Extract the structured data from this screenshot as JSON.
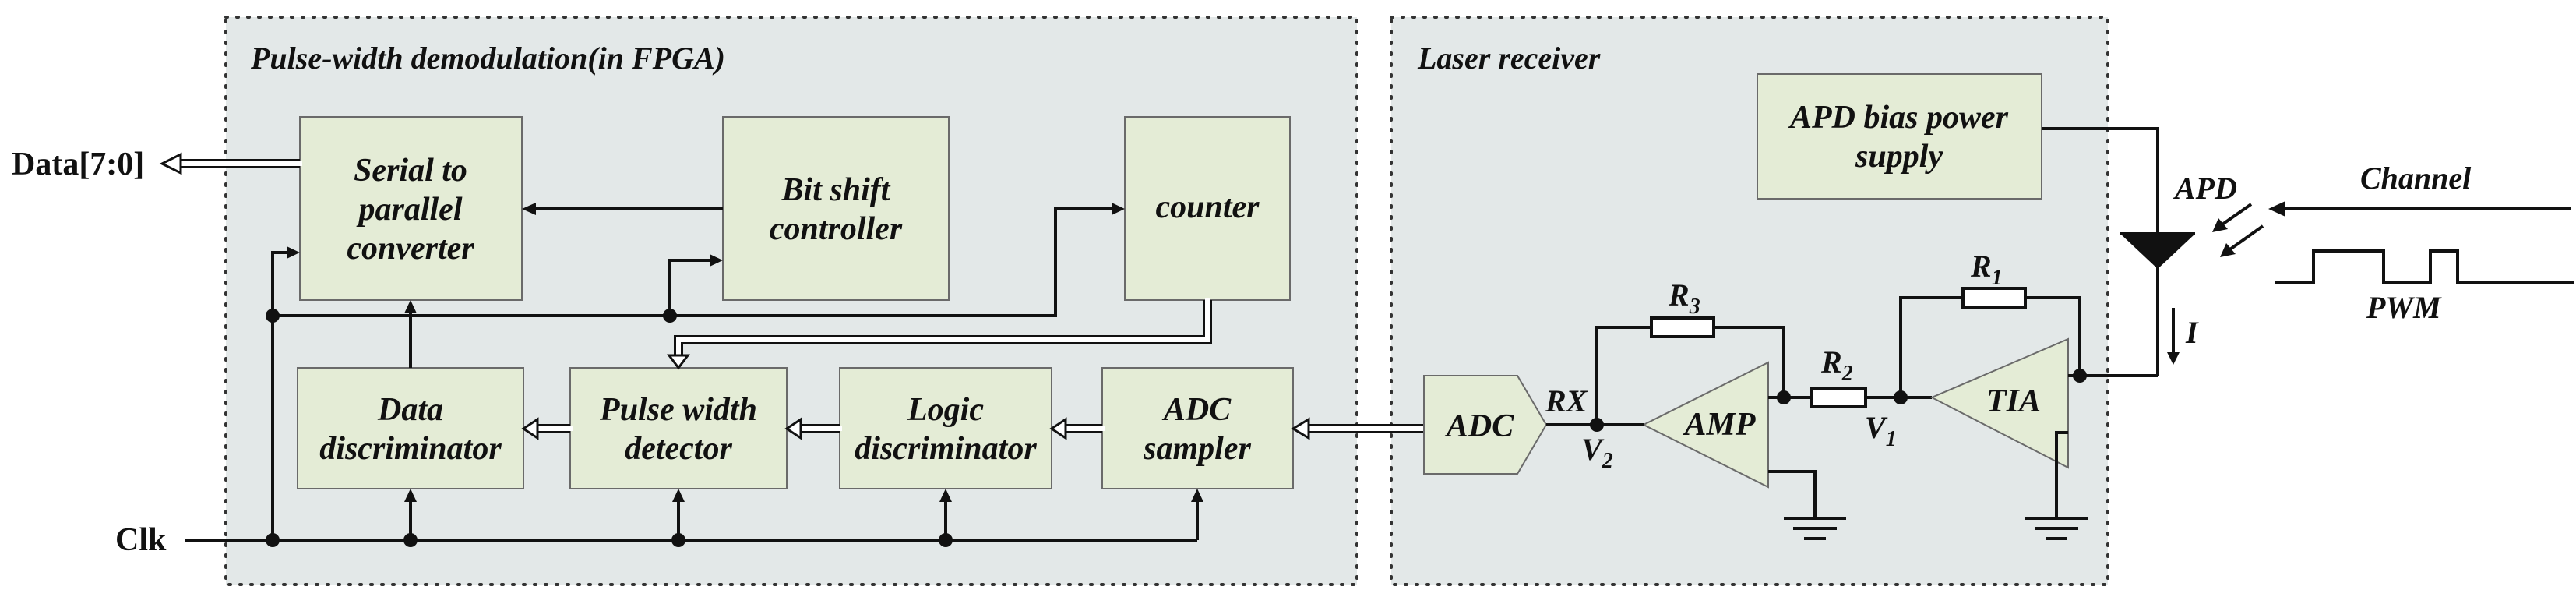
{
  "panels": {
    "fpga_title": "Pulse-width demodulation(in FPGA)",
    "receiver_title": "Laser receiver"
  },
  "blocks": {
    "serial_to_parallel": [
      "Serial to",
      "parallel",
      "converter"
    ],
    "bit_shift_controller": [
      "Bit shift",
      "controller"
    ],
    "counter": [
      "counter"
    ],
    "data_discriminator": [
      "Data",
      "discriminator"
    ],
    "pulse_width_detector": [
      "Pulse width",
      "detector"
    ],
    "logic_discriminator": [
      "Logic",
      "discriminator"
    ],
    "adc_sampler": [
      "ADC",
      "sampler"
    ],
    "apd_bias_power_supply": [
      "APD bias power",
      "supply"
    ]
  },
  "ports": {
    "data_out": "Data[7:0]",
    "clk": "Clk"
  },
  "circuit": {
    "adc": "ADC",
    "rx": "RX",
    "amp": "AMP",
    "tia": "TIA",
    "v2": {
      "base": "V",
      "sub": "2"
    },
    "v1": {
      "base": "V",
      "sub": "1"
    },
    "r3": {
      "base": "R",
      "sub": "3"
    },
    "r2": {
      "base": "R",
      "sub": "2"
    },
    "r1": {
      "base": "R",
      "sub": "1"
    },
    "apd": "APD",
    "current": "I",
    "channel": "Channel",
    "pwm": "PWM"
  },
  "colors": {
    "panel_fill": "#e3e8e8",
    "block_fill": "#e4ecd6",
    "wire": "#111111"
  }
}
